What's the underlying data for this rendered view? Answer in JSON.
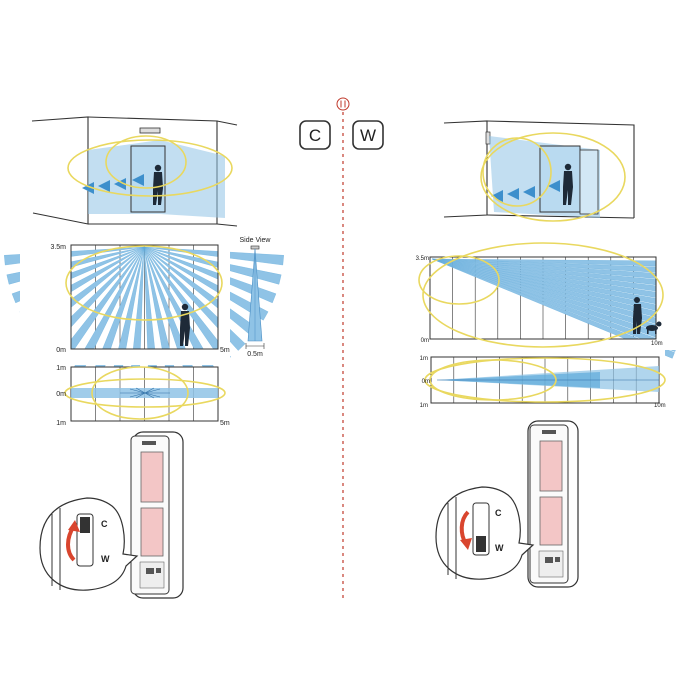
{
  "mode_c_label": "C",
  "mode_w_label": "W",
  "center_icon": "pause-icon",
  "colors": {
    "beam": "#8fc3e6",
    "beam_dark": "#5ea9da",
    "highlight": "#e9d85f",
    "divider": "#c0392b",
    "arrow": "#d9452e",
    "lens": "#f3c6c6"
  },
  "left": {
    "vertical": {
      "top_label": "3.5m",
      "bottom_label": "0m",
      "right_label": "5m"
    },
    "side_view": {
      "title": "Side View",
      "width_label": "0.5m"
    },
    "horizontal": {
      "top_label": "1m",
      "middle_label": "0m",
      "bottom_label": "1m",
      "right_label": "5m"
    },
    "switch": {
      "c": "C",
      "w": "W"
    }
  },
  "right": {
    "vertical": {
      "top_label": "3.5m",
      "bottom_label": "0m",
      "right_label": "10m"
    },
    "horizontal": {
      "top_label": "1m",
      "middle_label": "0m",
      "bottom_label": "1m",
      "right_label": "10m"
    },
    "switch": {
      "c": "C",
      "w": "W"
    }
  }
}
